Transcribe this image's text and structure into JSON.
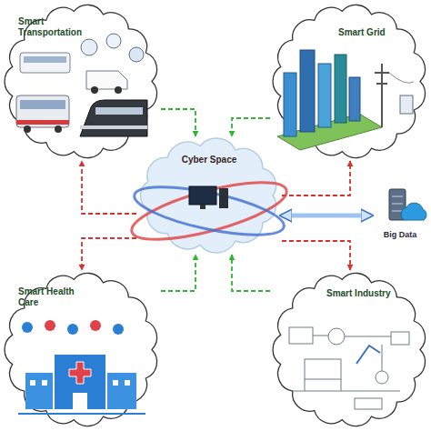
{
  "diagram": {
    "nodes": [
      {
        "text": [
          "Smart Transportation"
        ]
      },
      {
        "text": [
          "Smart Grid"
        ]
      },
      {
        "text": [
          "Cyber Space"
        ]
      },
      {
        "text": [
          "Big Data"
        ]
      },
      {
        "text": [
          "Smart Health Care"
        ]
      },
      {
        "text": [
          "Smart Industry"
        ]
      }
    ],
    "edges": [
      {
        "from": 0,
        "to": 2,
        "arrow": "to"
      },
      {
        "from": 2,
        "to": 0,
        "arrow": "to"
      },
      {
        "from": 1,
        "to": 2,
        "arrow": "to"
      },
      {
        "from": 2,
        "to": 1,
        "arrow": "to"
      },
      {
        "from": 4,
        "to": 2,
        "arrow": "to"
      },
      {
        "from": 2,
        "to": 4,
        "arrow": "to"
      },
      {
        "from": 5,
        "to": 2,
        "arrow": "to"
      },
      {
        "from": 2,
        "to": 5,
        "arrow": "to"
      },
      {
        "from": 2,
        "to": 3,
        "arrow": "both"
      }
    ]
  }
}
